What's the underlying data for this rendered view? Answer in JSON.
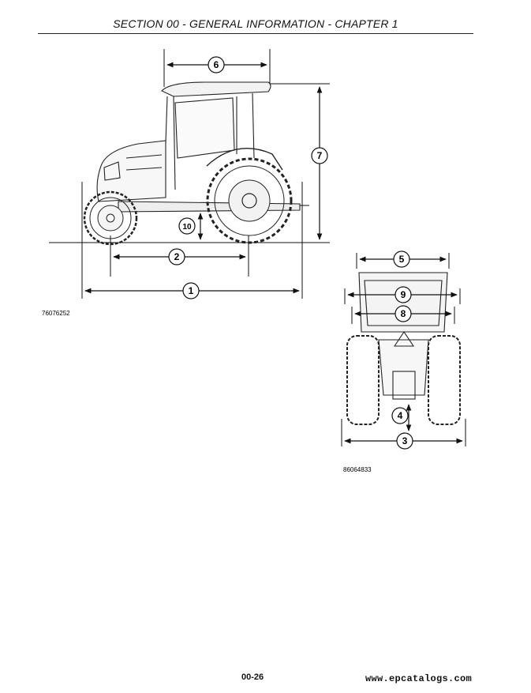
{
  "header": {
    "title": "SECTION 00 - GENERAL INFORMATION - CHAPTER 1"
  },
  "side_view": {
    "figure_id": "76076252",
    "callouts": {
      "c1": "1",
      "c2": "2",
      "c6": "6",
      "c7": "7",
      "c10": "10"
    }
  },
  "rear_view": {
    "figure_id": "86064833",
    "callouts": {
      "c3": "3",
      "c4": "4",
      "c5": "5",
      "c8": "8",
      "c9": "9"
    }
  },
  "footer": {
    "page_number": "00-26",
    "url": "www.epcatalogs.com"
  }
}
